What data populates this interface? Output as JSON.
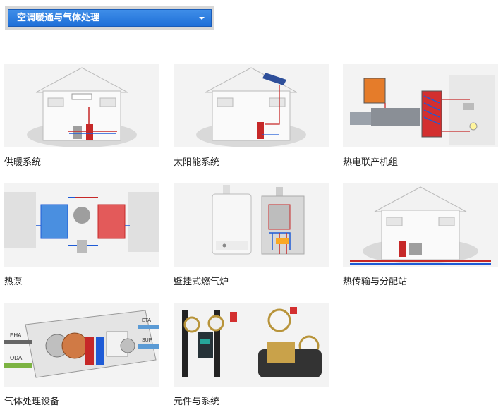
{
  "header": {
    "dropdown_label": "空调暖通与气体处理"
  },
  "cards": [
    {
      "label": "供暖系统",
      "icon": "house-heating-icon"
    },
    {
      "label": "太阳能系统",
      "icon": "house-solar-icon"
    },
    {
      "label": "热电联产机组",
      "icon": "chp-unit-icon"
    },
    {
      "label": "热泵",
      "icon": "heat-pump-icon"
    },
    {
      "label": "壁挂式燃气炉",
      "icon": "wall-boiler-icon"
    },
    {
      "label": "热传输与分配站",
      "icon": "heat-station-icon"
    },
    {
      "label": "气体处理设备",
      "icon": "air-handling-icon",
      "tags": [
        "EHA",
        "ETA",
        "ODA",
        "SUP"
      ]
    },
    {
      "label": "元件与系统",
      "icon": "components-icon"
    }
  ]
}
